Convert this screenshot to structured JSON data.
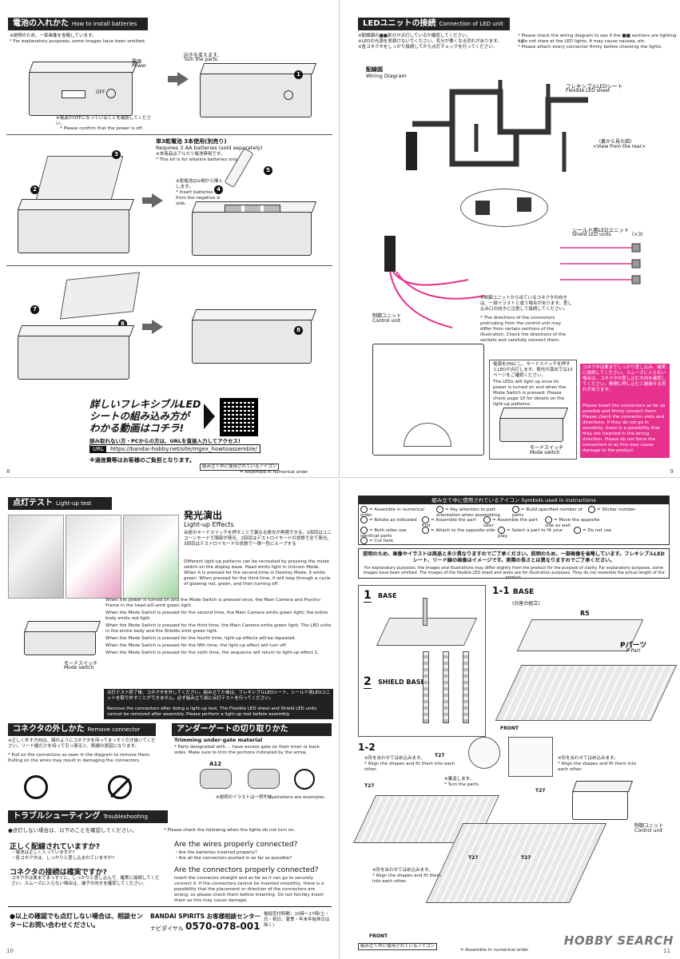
{
  "p8": {
    "title_jp": "電池の入れかた",
    "title_en": "How to install batteries",
    "note_jp": "※説明のため、一部画像を省略しています。",
    "note_en": "* For explanatory purposes, some images have been omitted.",
    "power_jp": "電源",
    "power_en": "Power",
    "off_label": "OFF",
    "slide_jp": "向きを変えます。",
    "slide_en": "Turn the parts.",
    "confirm_jp": "※電源がOFFになっていることを確認してください。",
    "confirm_en": "* Please confirm that the power is off.",
    "battery_jp": "単3乾電池 3本使用(別売り)",
    "battery_en": "Requires 3 AA batteries (sold separately)",
    "alkaline_jp": "※本商品はアルカリ電池専用です。",
    "alkaline_en": "* This kit is for alkaline batteries only.",
    "insert_jp": "※乾電池は⊖側から挿入します。",
    "insert_en": "* Insert batteries from the negative ⊖ side.",
    "promo_line1": "詳しいフレキシブルLED",
    "promo_line2": "シートの組み込み方が",
    "promo_line3": "わかる動画はコチラ!",
    "promo_sub": "読み取れない方・PCからの方は、URLを直接入力してアクセス!",
    "url_label": "URL",
    "url": "https://bandai-hobby.net/site/mgex_howtoassemble/",
    "fee_note": "※通信費等はお客様のご負担となります。",
    "footer_label": "組み立て中に使用されているアイコン",
    "footer_note": "= Assemble in numerical order",
    "page_num": "8",
    "steps": [
      "1",
      "2",
      "3",
      "4",
      "5",
      "6",
      "7",
      "8"
    ]
  },
  "p9": {
    "title_jp": "LEDユニットの接続",
    "title_en": "Connection of LED unit",
    "instr_jp_1": "※配線図の■■部分が点灯しているか確認してください。",
    "instr_jp_2": "※LEDの光源を見続けないでください。気分が悪くなる恐れがあります。",
    "instr_jp_3": "※各コネクタをしっかり接続してから点灯チェックを行ってください。",
    "instr_en_1": "* Please check the wiring diagram to see if the ■■ sections are lighting up.",
    "instr_en_2": "* Do not stare at the LED lights. It may cause nausea, etc.",
    "instr_en_3": "* Please attach every connector firmly before checking the lights.",
    "wiring_jp": "配線図",
    "wiring_en": "Wiring Diagram",
    "flex_jp": "フレキシブルLEDシート",
    "flex_en": "Flexible LED sheet",
    "rear_jp": "〈裏から見た図〉",
    "rear_en": "<View from the rear>",
    "shield_jp": "シールド用LEDユニット",
    "shield_en": "Shield LED units",
    "shield_count": "(×3)",
    "connector_note_jp": "※制御ユニットから出ているコネクタの向きは、一部イラストと違う場合があります。差し込み口の向きに注意して接続してください。",
    "connector_note_en": "* The directions of the connectors protruding from the control unit may differ from certain sections of the illustration. Check the directions of the sockets and carefully connect them.",
    "control_jp": "制御ユニット",
    "control_en": "Control unit",
    "mode_note_jp": "電源をONにし、モードスイッチを押すとLEDが点灯します。発光の演出では10ページをご確認ください。",
    "mode_note_en": "The LEDs will light up once its power is turned on and when the Mode Switch is pressed. Please check page 10 for details on the light-up patterns.",
    "mode_switch_jp": "モードスイッチ",
    "mode_switch_en": "Mode switch",
    "pink_jp": "コネクタは奥までしっかり差し込み、確実に接続してください。スムーズに入らない場合は、コネクタの差し込む方向を確認してください。無理に押し込むと破損する恐れがあります。",
    "pink_en": "Please insert the connectors as far as possible and firmly connect them. Please check the connector slots and directions. If they do not go in smoothly, there is a possibility that they are inserted in the wrong direction. Please do not force the connectors in as this may cause damage to the product.",
    "page_num": "9"
  },
  "p10": {
    "title_jp": "点灯テスト",
    "title_en": "Light-up test",
    "effects_jp": "発光演出",
    "effects_en": "Light-up Effects",
    "effects_desc_jp": "台座のモードスイッチを押すことで異なる発光が再現できる。1回目はユニコーンモードで頭部が発光、2回目はデストロイモードの状態で全て発光。3回目はデストロイモードの状態で一律一色にループする",
    "effects_desc_en": "Different light-up patterns can be recreated by pressing the mode switch on the display base. Head emits light in Unicorn Mode. When it is pressed for the second time in Destroy Mode, it emits green. When pressed for the third time, it will loop through a cycle of glowing red, green, and then turning off.",
    "seq_1": "When the power is turned on and the Mode Switch is pressed once, the Main Camera and Psycho-Frame in the head will emit green light.",
    "seq_2": "When the Mode Switch is pressed for the second time, the Main Camera emits green light; the entire body emits red light.",
    "seq_3": "When the Mode Switch is pressed for the third time, the Main Camera emits green light. The LED units in the entire body and the Shields emit green light.",
    "seq_4": "When the Mode Switch is pressed for the fourth time, light-up effects will be repeated.",
    "seq_5": "When the Mode Switch is pressed for the fifth time, the light-up effect will turn off.",
    "seq_6": "When the Mode Switch is pressed for the sixth time, the sequence will return to light-up effect 1.",
    "mode_switch_jp": "モードスイッチ",
    "mode_switch_en": "Mode switch",
    "done_jp": "点灯テスト終了後、コネクタを外してください。組み立てた後は、フレキシブルLEDシート、シールド用LEDユニットを取り外すことができません。必ず組み立て前に点灯テストを行ってください。",
    "done_en": "Remove the connectors after doing a light-up test. The Flexible LED sheet and Shield LED units cannot be removed after assembly. Please perform a light-up test before assembly.",
    "remove_jp": "コネクタの外しかた",
    "remove_en": "Remove connector",
    "remove_desc_jp": "※正しく外す方向は、図のようにコネクタを持ってまっすぐ引き抜いてください。リード線だけを持って引っ張ると、断線の原因になります。",
    "remove_desc_en": "* Pull on the connectors as seen in the diagram to remove them. Pulling on the wires may result in damaging the connectors.",
    "trim_jp": "アンダーゲートの切り取りかた",
    "trim_en": "Trimming under-gate material",
    "trim_desc_en": "* Parts designated with ... have excess gate on their inner or back sides. Make sure to trim the portions indicated by the arrow.",
    "trim_part": "A12",
    "gate_note": "※説明のイラストは一例です。",
    "gate_note_en": "* Illustrations are examples.",
    "trouble_jp": "トラブルシューティング",
    "trouble_en": "Troubleshooting",
    "trouble_desc_jp": "●点灯しない場合は、以下のことを確認してください。",
    "trouble_desc_en": "* Please check the following when the lights do not turn on.",
    "q1_jp": "正しく配線されていますか?",
    "q1_a_jp": "・電池は正しく入っていますか?\n・各コネクタは、しっかりと差し込まれていますか?",
    "q1_en": "Are the wires properly connected?",
    "q1_a_en": "・Are the batteries inserted properly?\n・Are all the connectors pushed in as far as possible?",
    "q2_jp": "コネクタの接続は確実ですか?",
    "q2_a_jp": "コネクタは奥までまっすぐに、しっかりと差し込んで、確実に接続してください。スムーズに入らない場合は、端子の向きを確認してください。",
    "q2_en": "Are the connectors properly connected?",
    "q2_a_en": "Insert the connector straight and as far as it can go to securely connect it. If the connectors cannot be inserted smoothly, there is a possibility that the placement or direction of the connectors are wrong, so please check them before inserting. Do not forcibly insert them as this may cause damage.",
    "support_jp": "●以上の確認でも点灯しない場合は、相談センターにお問い合わせください。",
    "support_center": "BANDAI SPIRITS お客様相談センター",
    "navi_dial": "ナビダイヤル",
    "phone": "0570-078-001",
    "hours": "電話受付時間：10時〜17時(土・日・祝日、夏季・年末年始休日は除く)",
    "page_num": "10"
  },
  "p11": {
    "icons_title_jp": "組み立て中に使用されているアイコン",
    "icons_title_en": "Symbols used in instructions",
    "icons": [
      "= Assemble in numerical order",
      "= Pay attention to part orientation when assembling",
      "= Build specified number of parts",
      "= Sticker number",
      "= Rotate as indicated",
      "= Assemble the part first",
      "= Assemble the part later",
      "= Move the opposite side as well",
      "= Both sides use identical parts",
      "= Attach to the opposite side",
      "= Select a part to fit your play.",
      "= Do not use",
      "= Cut here"
    ],
    "disclaimer_jp": "説明のため、画像やイラストは商品と多少異なりますのでご了承ください。説明のため、一部画像を省略しています。フレキシブルLEDシート、リード線の画像はイメージです。実際の長さとは異なりますのでご了承ください。",
    "disclaimer_en": "For explanatory purposes, the images and illustrations may differ slightly from the product for the purpose of clarity. For explanatory purposes, some images have been omitted. The images of the flexible LED sheet and wires are for illustration purposes. They do not resemble the actual length of the product.",
    "base_num": "1",
    "base_label": "BASE",
    "shield_num": "2",
    "shield_label": "SHIELD BASES",
    "step11_num": "1-1",
    "step11_label": "BASE",
    "step11_sub": "(台座の組立)",
    "part_r": "R5",
    "p_parts_jp": "Pパーツ",
    "p_parts_en": "P-Part",
    "front_label": "FRONT",
    "step12_num": "1-2",
    "align_jp": "※形を合わせてはめ込みます。",
    "align_en": "* Align the shapes and fit them into each other.",
    "turn_jp": "※裏返します。",
    "turn_en": "* Turn the parts.",
    "t27": "T27",
    "control_jp": "制御ユニット",
    "control_en": "Control unit",
    "page_num": "11"
  },
  "watermark": "HOBBY SEARCH",
  "colors": {
    "accent_pink": "#e7318f",
    "header_bar": "#222222"
  }
}
